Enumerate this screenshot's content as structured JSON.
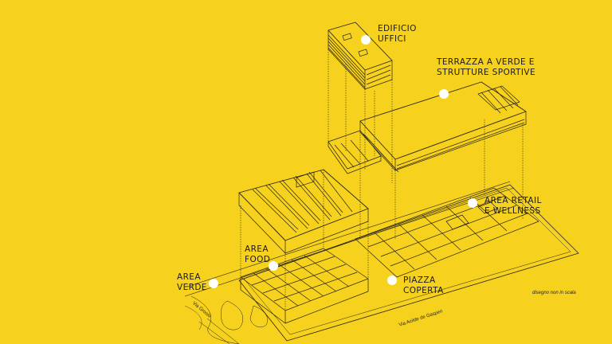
{
  "labels": {
    "edificio_uffici": [
      "EDIFICIO",
      "UFFICI"
    ],
    "terrazza": [
      "TERRAZZA A VERDE E",
      "STRUTTURE SPORTIVE"
    ],
    "area_retail": [
      "AREA RETAIL",
      "E WELLNESS"
    ],
    "area_food": [
      "AREA",
      "FOOD"
    ],
    "area_verde": [
      "AREA",
      "VERDE"
    ],
    "piazza_coperta": [
      "PIAZZA",
      "COPERTA"
    ]
  },
  "streets": {
    "via_grosio": "Via Grosio",
    "via_de_gasperi": "Via Acilde de Gasperi"
  },
  "note": "disegno non in scala",
  "colors": {
    "background": "#f6d21e",
    "line": "#2a2410",
    "marker": "#ffffff"
  }
}
